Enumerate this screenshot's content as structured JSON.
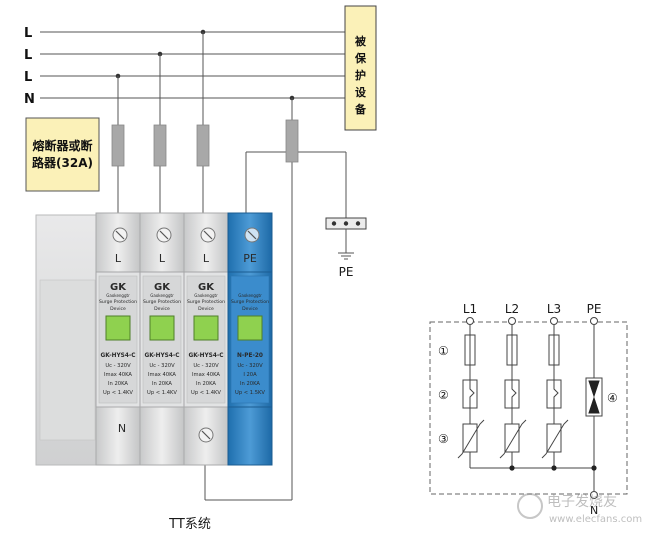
{
  "lines": {
    "l1": "L",
    "l2": "L",
    "l3": "L",
    "n": "N"
  },
  "protected_device": [
    "被",
    "保",
    "护",
    "设",
    "备"
  ],
  "fuse_box": {
    "line1": "熔断器或断",
    "line2": "路器(32A)"
  },
  "pe_terminal_label": "PE",
  "modules": [
    {
      "brand": "GK",
      "sub": "Gaokenggtr",
      "desc1": "Surge Protection",
      "desc2": "Device",
      "model": "GK-HYS4-C",
      "uc": "Uc - 320V",
      "imax": "Imax 40KA",
      "in": "In    20KA",
      "up": "Up < 1.4KV",
      "top": "L",
      "bottom": "N"
    },
    {
      "brand": "GK",
      "sub": "Gaokenggtr",
      "desc1": "Surge Protection",
      "desc2": "Device",
      "model": "GK-HYS4-C",
      "uc": "Uc - 320V",
      "imax": "Imax 40KA",
      "in": "In    20KA",
      "up": "Up < 1.4KV",
      "top": "L",
      "bottom": ""
    },
    {
      "brand": "GK",
      "sub": "Gaokenggtr",
      "desc1": "Surge Protection",
      "desc2": "Device",
      "model": "GK-HYS4-C",
      "uc": "Uc - 320V",
      "imax": "Imax 40KA",
      "in": "In    20KA",
      "up": "Up < 1.4KV",
      "top": "L",
      "bottom": ""
    },
    {
      "brand": "",
      "sub": "Gaokenggtr",
      "desc1": "Surge Protection",
      "desc2": "Device",
      "model": "N-PE-20",
      "uc": "Uc - 320V",
      "imax": "I    20A",
      "in": "In    20KA",
      "up": "Up < 1.5KV",
      "top": "PE",
      "bottom": ""
    }
  ],
  "schematic": {
    "terminals": [
      "L1",
      "L2",
      "L3",
      "PE"
    ],
    "markers": [
      "①",
      "②",
      "③",
      "④"
    ],
    "bottom_label": "N"
  },
  "caption": "TT系统",
  "watermark": {
    "cn": "电子发烧友",
    "url": "www.elecfans.com"
  },
  "colors": {
    "line": "#555555",
    "note_fill": "#fbf1b8",
    "module_gray": "#d9dadb",
    "module_blue": "#2f82c4",
    "window_green": "#8fd14f",
    "fuse_gray": "#a8a8a8"
  }
}
